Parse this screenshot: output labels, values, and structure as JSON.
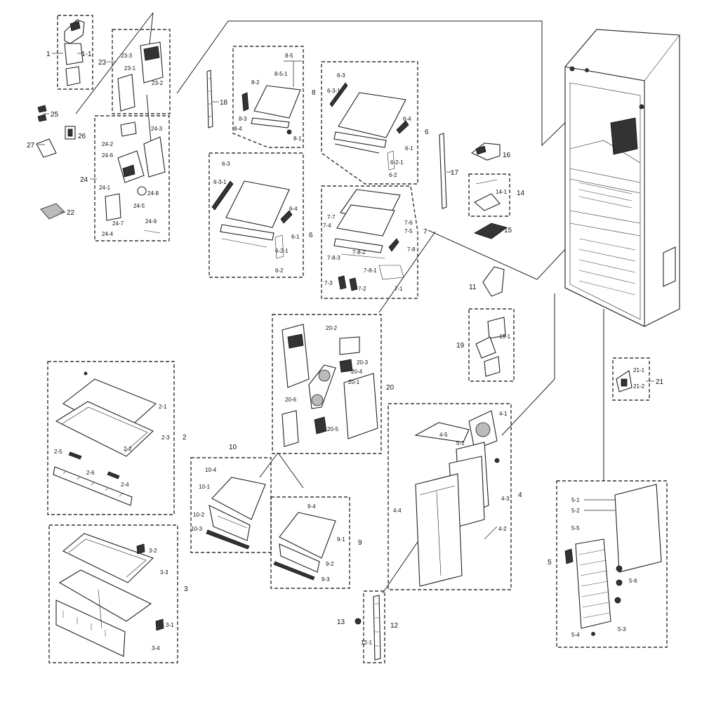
{
  "labels": {
    "L1": "1",
    "L1_1": "1-1",
    "L23": "23",
    "L23_1": "23-1",
    "L23_2": "23-2",
    "L23_3": "23-3",
    "L25": "25",
    "L26": "26",
    "L27": "27",
    "L22": "22",
    "L24": "24",
    "L24_1": "24-1",
    "L24_2": "24-2",
    "L24_3": "24-3",
    "L24_4": "24-4",
    "L24_5": "24-5",
    "L24_6": "24-6",
    "L24_7": "24-7",
    "L24_8": "24-8",
    "L24_9": "24-9",
    "L18": "18",
    "L8": "8",
    "L8_1": "8-1",
    "L8_2": "8-2",
    "L8_3": "8-3",
    "L8_4": "8-4",
    "L8_5": "8-5",
    "L8_5_1": "8-5-1",
    "L6a": "6",
    "L6_1a": "6-1",
    "L6_2a": "6-2",
    "L6_2_1a": "6-2-1",
    "L6_3a": "6-3",
    "L6_3_1a": "6-3-1",
    "L6_4a": "6-4",
    "L6b": "6",
    "L6_1b": "6-1",
    "L6_2b": "6-2",
    "L6_2_1b": "6-2-1",
    "L6_3b": "6-3",
    "L6_3_1b": "6-3-1",
    "L6_4b": "6-4",
    "L17": "17",
    "L16": "16",
    "L14": "14",
    "L14_1": "14-1",
    "L15": "15",
    "L7": "7",
    "L7_1": "7-1",
    "L7_2": "7-2",
    "L7_3": "7-3",
    "L7_4": "7-4",
    "L7_5": "7-5",
    "L7_6": "7-6",
    "L7_7": "7-7",
    "L7_8": "7-8",
    "L7_8_1": "7-8-1",
    "L7_8_2": "7-8-2",
    "L7_8_3": "7-8-3",
    "L11": "11",
    "L19": "19",
    "L19_1": "19-1",
    "L20": "20",
    "L20_1": "20-1",
    "L20_2": "20-2",
    "L20_3": "20-3",
    "L20_4": "20-4",
    "L20_5": "20-5",
    "L20_6": "20-6",
    "L21": "21",
    "L21_1": "21-1",
    "L21_2": "21-2",
    "L2": "2",
    "L2_1": "2-1",
    "L2_2": "2-2",
    "L2_3": "2-3",
    "L2_4": "2-4",
    "L2_5": "2-5",
    "L2_6": "2-6",
    "L10": "10",
    "L10_1": "10-1",
    "L10_2": "10-2",
    "L10_3": "10-3",
    "L10_4": "10-4",
    "L9": "9",
    "L9_1": "9-1",
    "L9_2": "9-2",
    "L9_3": "9-3",
    "L9_4": "9-4",
    "L4": "4",
    "L4_1": "4-1",
    "L4_2": "4-2",
    "L4_3": "4-3",
    "L4_4": "4-4",
    "L4_5": "4-5",
    "L5_1b": "5-1",
    "L5": "5",
    "L5_1": "5-1",
    "L5_2": "5-2",
    "L5_3": "5-3",
    "L5_4": "5-4",
    "L5_5": "5-5",
    "L5_6": "5-6",
    "L3": "3",
    "L3_1": "3-1",
    "L3_2": "3-2",
    "L3_3": "3-3",
    "L3_4": "3-4",
    "L12": "12",
    "L12_1": "12-1",
    "L13": "13"
  }
}
